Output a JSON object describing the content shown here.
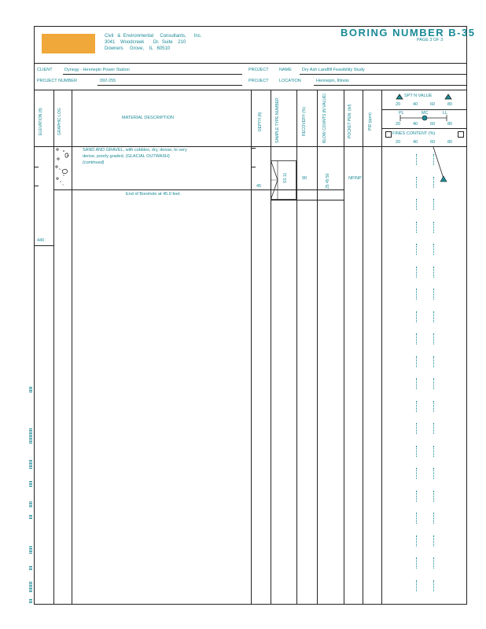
{
  "header": {
    "company_lines": [
      "Civil   &  Environmental     Consultants,      Inc.",
      "3041    Woodcreek       Dr.  Suite    210",
      "Downers     Grove,    IL   60510"
    ],
    "boring_label": "BORING    NUMBER    B-35",
    "page_text": "PAGE     3   OF    3"
  },
  "info": {
    "client_label": "CLIENT",
    "client_value": "Dynegy    - Hennepin      Power      Station",
    "project_number_label": "PROJECT       NUMBER",
    "project_number_value": "092-255",
    "project_name_label": "PROJECT",
    "project_name_label2": "NAME",
    "project_name_value": "Dry   Ash   Landfill    Feasibility       Study",
    "project_location_label": "PROJECT",
    "project_location_label2": "LOCATION",
    "project_location_value": "Hennepin,       Illinois"
  },
  "columns": {
    "elevation": "ELEVATION (ft)",
    "graphic_log": "GRAPHIC LOG",
    "material": "MATERIAL        DESCRIPTION",
    "depth": "DEPTH (ft)",
    "sample_type": "SAMPLE TYPE NUMBER",
    "recovery": "RECOVERY (%)",
    "blow_counts": "BLOW COUNTS (N VALUE)",
    "pocket_pen": "POCKET PEN. (tsf)",
    "pid": "PID (ppm)",
    "spt_label": "SPT    N   VALUE",
    "spt_ticks": [
      "20",
      "40",
      "60",
      "80"
    ],
    "pl": "PL",
    "mc": "MC",
    "ll": "LL",
    "mc_ticks": [
      "20",
      "40",
      "60",
      "80"
    ],
    "fines_label": "FINES       CONTENT       (%)",
    "fines_ticks": [
      "20",
      "40",
      "60",
      "80"
    ]
  },
  "rows": {
    "description": "SAND     AND     GRAVEL,      with   cobbles,     dry,  dense,    to  very",
    "description2": "dense,     poorly    graded,     (GLACIAL      OUTWASH)",
    "description3": "(continued)",
    "end_text": "End    of   Borehole      at  45.0   feet.",
    "depth_45": "45",
    "sample_number": "SS 11",
    "recovery": "90",
    "blow_counts": "25 45 50",
    "pocket_pen": "NP/NP",
    "elevation_440": "440"
  }
}
